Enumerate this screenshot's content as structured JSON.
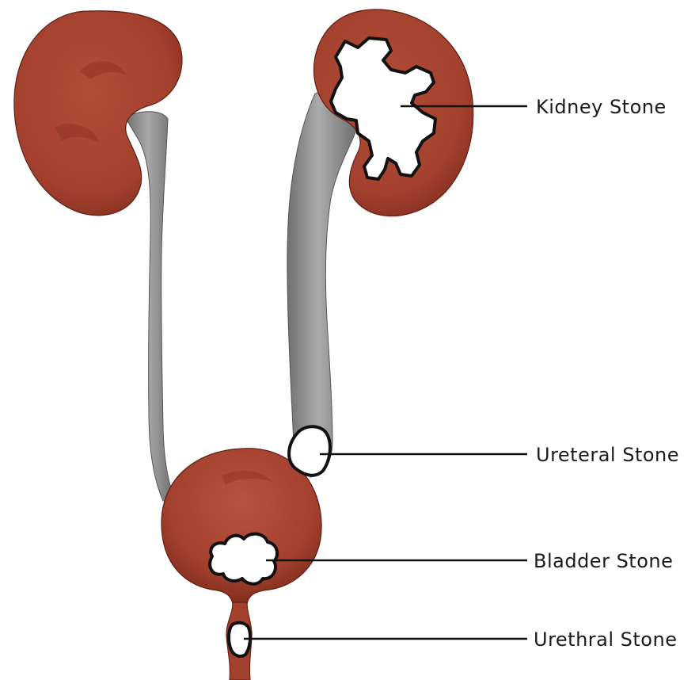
{
  "labels": {
    "kidney_stone": "Kidney Stone",
    "ureteral_stone": "Ureteral Stone",
    "bladder_stone": "Bladder Stone",
    "urethral_stone": "Urethral Stone"
  },
  "colors": {
    "organ": "#a3412e",
    "ureter": "#8c8c8c",
    "stone": "#ffffff",
    "outline": "#111111",
    "background": "#ffffff"
  }
}
